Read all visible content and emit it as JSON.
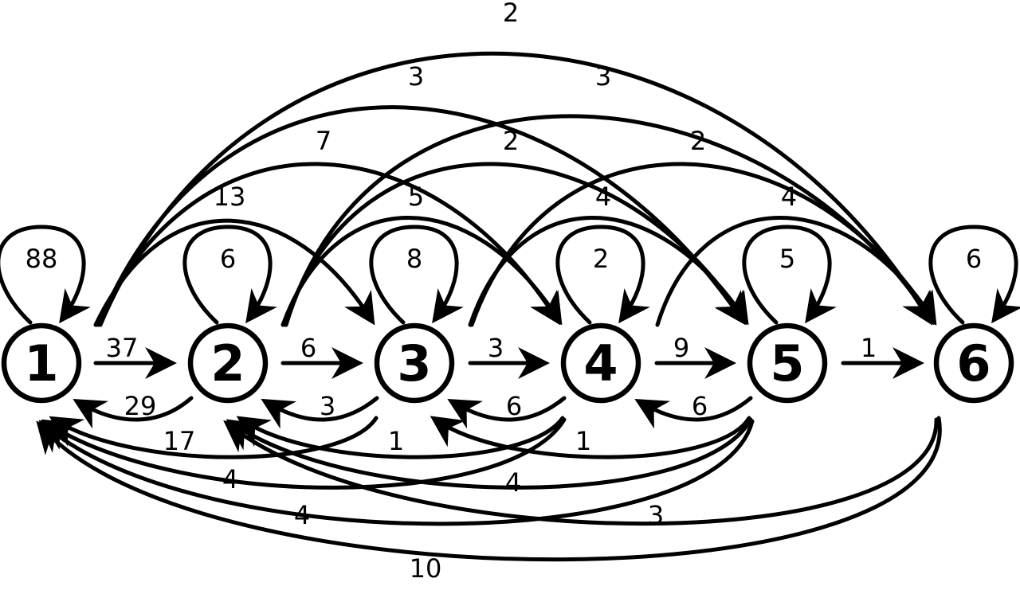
{
  "nodes": [
    {
      "id": "1",
      "label": "1"
    },
    {
      "id": "2",
      "label": "2"
    },
    {
      "id": "3",
      "label": "3"
    },
    {
      "id": "4",
      "label": "4"
    },
    {
      "id": "5",
      "label": "5"
    },
    {
      "id": "6",
      "label": "6"
    }
  ],
  "edges": [
    {
      "from": "1",
      "to": "1",
      "weight": "88"
    },
    {
      "from": "2",
      "to": "2",
      "weight": "6"
    },
    {
      "from": "3",
      "to": "3",
      "weight": "8"
    },
    {
      "from": "4",
      "to": "4",
      "weight": "2"
    },
    {
      "from": "5",
      "to": "5",
      "weight": "5"
    },
    {
      "from": "6",
      "to": "6",
      "weight": "6"
    },
    {
      "from": "1",
      "to": "2",
      "weight": "37"
    },
    {
      "from": "2",
      "to": "3",
      "weight": "6"
    },
    {
      "from": "3",
      "to": "4",
      "weight": "3"
    },
    {
      "from": "4",
      "to": "5",
      "weight": "9"
    },
    {
      "from": "5",
      "to": "6",
      "weight": "1"
    },
    {
      "from": "1",
      "to": "3",
      "weight": "13"
    },
    {
      "from": "1",
      "to": "4",
      "weight": "7"
    },
    {
      "from": "1",
      "to": "5",
      "weight": "3"
    },
    {
      "from": "1",
      "to": "6",
      "weight": "2"
    },
    {
      "from": "2",
      "to": "4",
      "weight": "5"
    },
    {
      "from": "2",
      "to": "5",
      "weight": "2"
    },
    {
      "from": "2",
      "to": "6",
      "weight": "3"
    },
    {
      "from": "3",
      "to": "5",
      "weight": "4"
    },
    {
      "from": "3",
      "to": "6",
      "weight": "2"
    },
    {
      "from": "4",
      "to": "6",
      "weight": "4"
    },
    {
      "from": "2",
      "to": "1",
      "weight": "29"
    },
    {
      "from": "3",
      "to": "2",
      "weight": "3"
    },
    {
      "from": "4",
      "to": "3",
      "weight": "6"
    },
    {
      "from": "5",
      "to": "4",
      "weight": "6"
    },
    {
      "from": "3",
      "to": "1",
      "weight": "17"
    },
    {
      "from": "4",
      "to": "2",
      "weight": "1"
    },
    {
      "from": "5",
      "to": "3",
      "weight": "1"
    },
    {
      "from": "4",
      "to": "1",
      "weight": "4"
    },
    {
      "from": "5",
      "to": "2",
      "weight": "4"
    },
    {
      "from": "5",
      "to": "1",
      "weight": "4"
    },
    {
      "from": "6",
      "to": "2",
      "weight": "3"
    },
    {
      "from": "6",
      "to": "1",
      "weight": "10"
    }
  ]
}
